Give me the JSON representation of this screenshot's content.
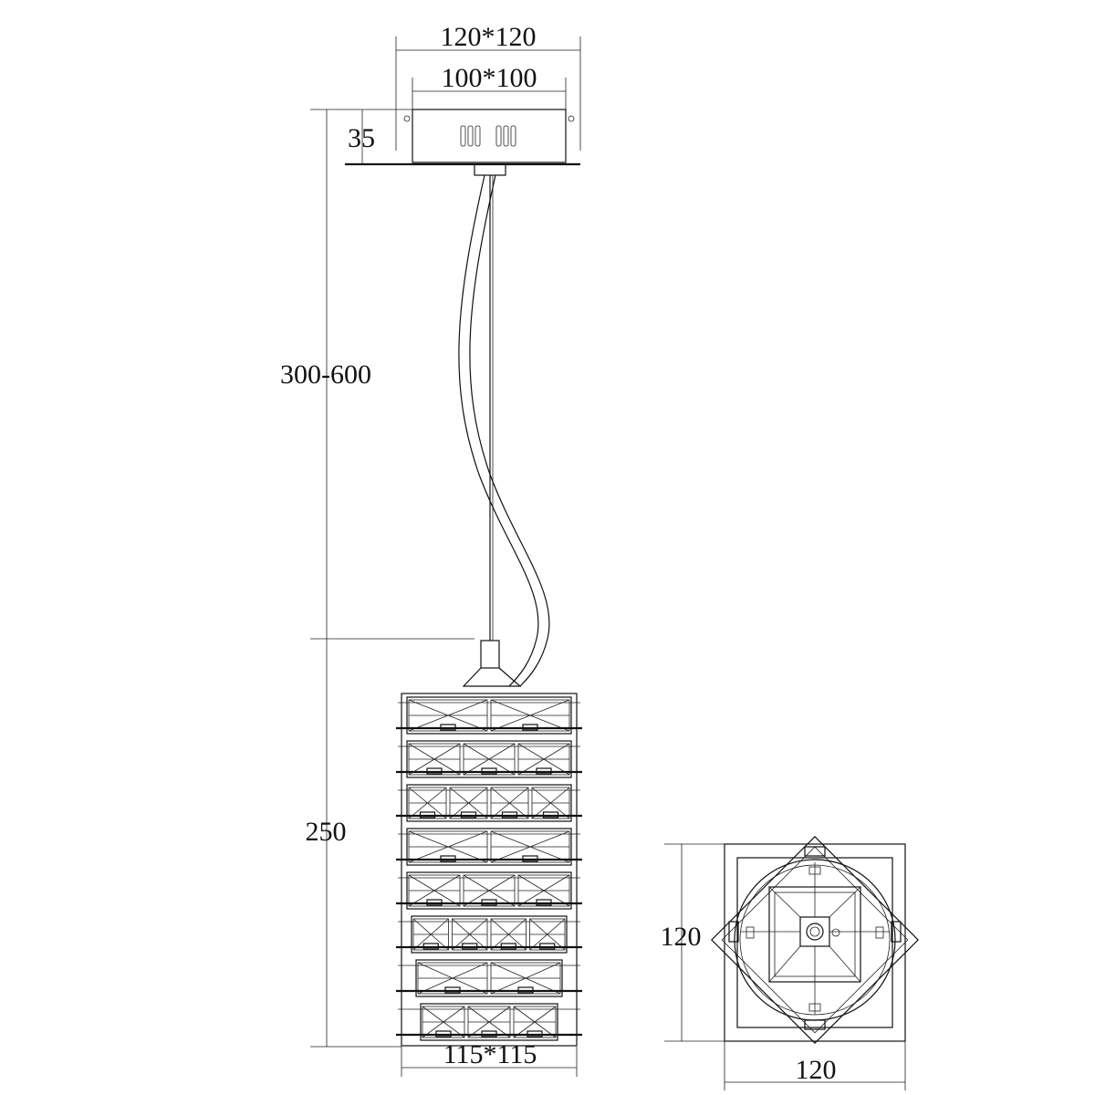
{
  "drawing": {
    "dimensions": {
      "canopy_outer": "120*120",
      "canopy_inner": "100*100",
      "canopy_height": "35",
      "cable_length": "300-600",
      "shade_height": "250",
      "shade_width": "115*115",
      "plan_height": "120",
      "plan_width": "120"
    },
    "colors": {
      "line": "#111111",
      "background": "#ffffff"
    }
  }
}
